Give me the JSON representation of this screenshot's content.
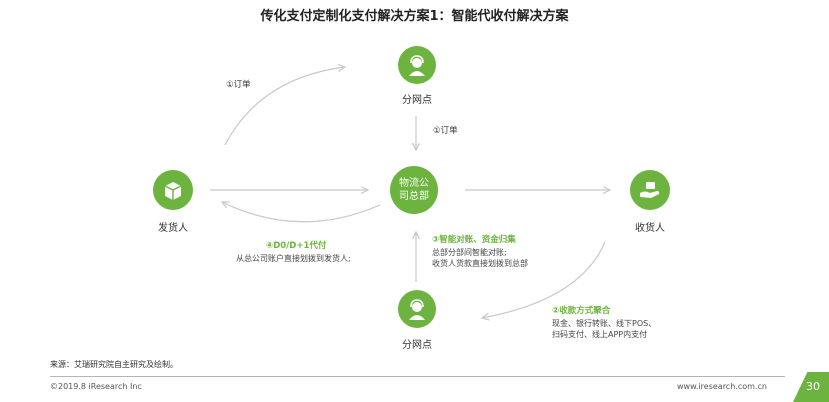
{
  "title": "传化支付定制化支付解决方案1：智能代收付解决方案",
  "nodes": {
    "top_branch": "分网点",
    "bottom_branch": "分网点",
    "shipper": "发货人",
    "receiver": "收货人",
    "hub_line1": "物流公",
    "hub_line2": "司总部"
  },
  "edges": {
    "order_arc": "①订单",
    "order_down": "①订单",
    "settlement_title": "④D0/D+1代付",
    "settlement_desc": "从总公司账户直接划拨到发货人;",
    "reconcile_title": "③智能对账、资金归集",
    "reconcile_desc1": "总部分部间智能对账;",
    "reconcile_desc2": "收货人货款直接划拨到总部",
    "collect_title": "②收款方式聚合",
    "collect_desc1": "现金、银行转账、线下POS、",
    "collect_desc2": "扫码支付、线上APP内支付"
  },
  "icons": {
    "top_branch": "user-headset-icon",
    "bottom_branch": "user-headset-icon",
    "shipper": "package-box-icon",
    "receiver": "hand-receive-icon"
  },
  "colors": {
    "accent": "#6db33f",
    "arrow": "#c8c8c8"
  },
  "footer": {
    "source": "来源：艾瑞研究院自主研究及绘制。",
    "copyright": "©2019.8 iResearch Inc",
    "website": "www.iresearch.com.cn",
    "page": "30"
  }
}
